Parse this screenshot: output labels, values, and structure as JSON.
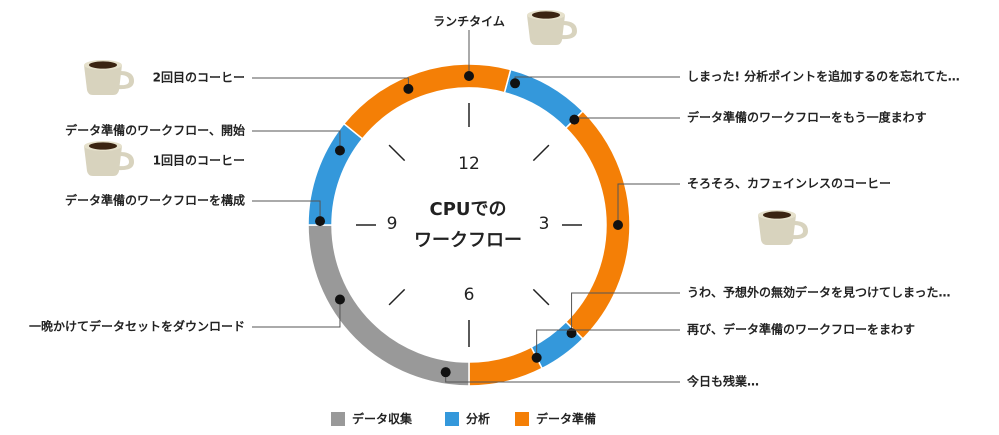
{
  "title_lines": [
    "CPUでの",
    "ワークフロー"
  ],
  "clock_numbers": [
    "12",
    "3",
    "6",
    "9"
  ],
  "colors": {
    "collect": "#999999",
    "analysis": "#3498db",
    "prep": "#f47f06"
  },
  "legend": [
    {
      "key": "collect",
      "label": "データ収集"
    },
    {
      "key": "analysis",
      "label": "分析"
    },
    {
      "key": "prep",
      "label": "データ準備"
    }
  ],
  "chart_data": {
    "type": "pie",
    "unit": "clock hours",
    "segments": [
      {
        "category": "analysis",
        "start": 0.5,
        "end": 1.5
      },
      {
        "category": "prep",
        "start": 1.5,
        "end": 4.5
      },
      {
        "category": "analysis",
        "start": 4.5,
        "end": 5.1
      },
      {
        "category": "prep",
        "start": 5.1,
        "end": 6.0
      },
      {
        "category": "collect",
        "start": 6.0,
        "end": 9.0
      },
      {
        "category": "analysis",
        "start": 9.0,
        "end": 10.3
      },
      {
        "category": "prep",
        "start": 10.3,
        "end": 12.5
      }
    ]
  },
  "events": [
    {
      "id": "lunch",
      "label": "ランチタイム",
      "hour": 12.0,
      "coffee": true
    },
    {
      "id": "forgot-analysis",
      "label": "しまった! 分析ポイントを追加するのを忘れてた…",
      "hour": 0.6,
      "coffee": false
    },
    {
      "id": "prep-again-1",
      "label": "データ準備のワークフローをもう一度まわす",
      "hour": 1.5,
      "coffee": false
    },
    {
      "id": "decaf",
      "label": "そろそろ、カフェインレスのコーヒー",
      "hour": 3.0,
      "coffee": true
    },
    {
      "id": "invalid-data",
      "label": "うわ、予想外の無効データを見つけてしまった…",
      "hour": 4.55,
      "coffee": false
    },
    {
      "id": "prep-again-2",
      "label": "再び、データ準備のワークフローをまわす",
      "hour": 5.1,
      "coffee": false
    },
    {
      "id": "overtime",
      "label": "今日も残業…",
      "hour": 6.3,
      "coffee": false
    },
    {
      "id": "download",
      "label": "一晩かけてデータセットをダウンロード",
      "hour": 8.0,
      "coffee": false
    },
    {
      "id": "build",
      "label": "データ準備のワークフローを構成",
      "hour": 9.05,
      "coffee": false
    },
    {
      "id": "coffee1",
      "label": "1回目のコーヒー",
      "hour": null,
      "coffee": true
    },
    {
      "id": "start",
      "label": "データ準備のワークフロー、開始",
      "hour": 10.0,
      "coffee": false
    },
    {
      "id": "coffee2",
      "label": "2回目のコーヒー",
      "hour": 11.2,
      "coffee": true
    }
  ]
}
